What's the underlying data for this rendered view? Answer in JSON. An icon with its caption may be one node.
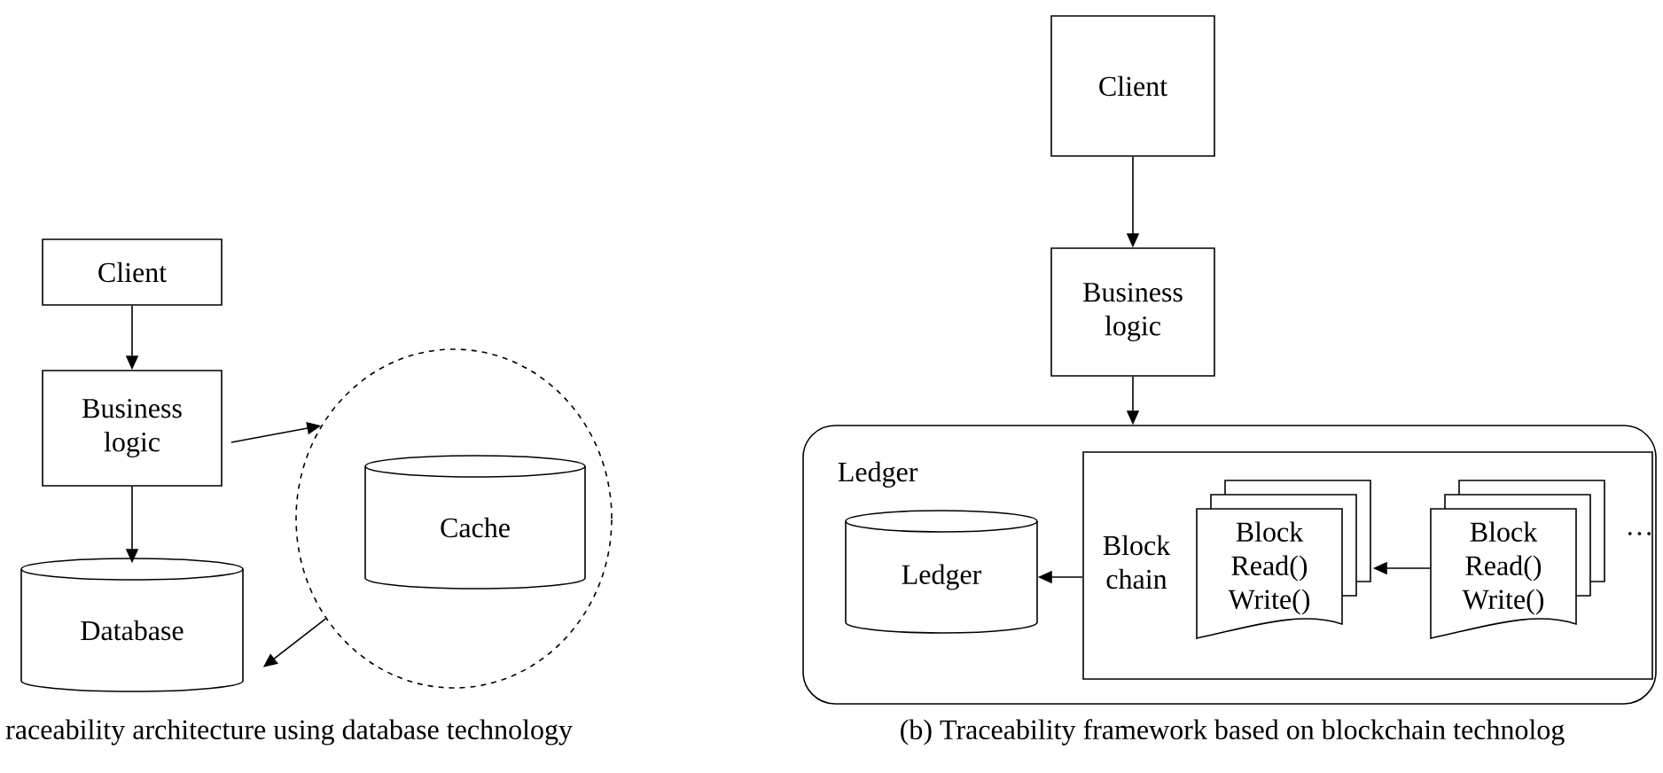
{
  "diagram": {
    "nodes": [
      {
        "text": [
          "Client"
        ]
      },
      {
        "text": [
          "Business logic"
        ]
      },
      {
        "text": [
          "Database"
        ]
      },
      {
        "text": [],
        "shape": "circle"
      },
      {
        "text": [
          "Cache"
        ],
        "in": 3
      },
      {
        "text": [
          "Client"
        ]
      },
      {
        "text": [
          "Business logic"
        ]
      },
      {
        "text": [
          "Ledger"
        ]
      },
      {
        "text": [
          "Ledger"
        ],
        "in": 7
      },
      {
        "text": [
          "Block chain"
        ],
        "in": 7
      },
      {
        "text": [
          "Block Read() Write()"
        ],
        "in": 9
      },
      {
        "text": [
          "Block Read() Write()"
        ],
        "in": 9,
        "beside": [
          "…"
        ]
      }
    ],
    "edges": [
      {
        "from": 0,
        "to": 1,
        "arrow": "to"
      },
      {
        "from": 1,
        "to": 2,
        "arrow": "to"
      },
      {
        "from": 1,
        "to": 3,
        "arrow": "to"
      },
      {
        "from": 3,
        "to": 2,
        "arrow": "to"
      },
      {
        "from": 5,
        "to": 6,
        "arrow": "to"
      },
      {
        "from": 6,
        "to": 7,
        "arrow": "to"
      },
      {
        "from": 9,
        "to": 8,
        "arrow": "to"
      },
      {
        "from": 11,
        "to": 10,
        "arrow": "to"
      }
    ],
    "labels": [
      "raceability architecture using database technology",
      "(b) Traceability framework based on blockchain technolog"
    ]
  }
}
